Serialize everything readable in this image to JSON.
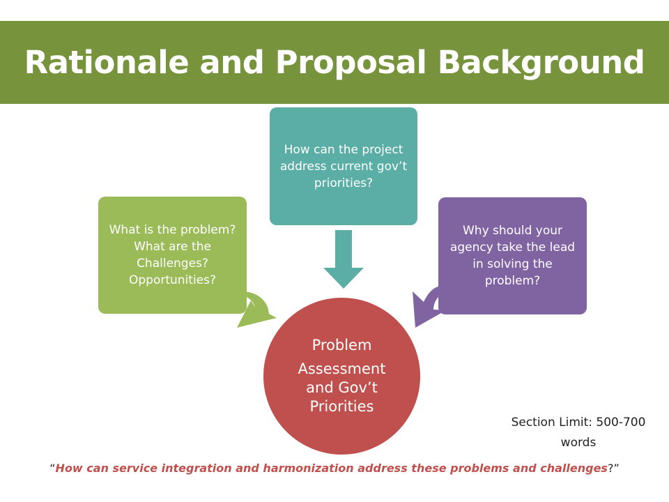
{
  "slide": {
    "title": "Rationale and Proposal Background",
    "colors": {
      "banner": "#77933c",
      "left_box": "#9bbb59",
      "top_box": "#5aaea6",
      "right_box": "#8064a2",
      "center_circle": "#c0504d"
    }
  },
  "diagram": {
    "center": {
      "line1": "Problem",
      "line2": "Assessment and Gov’t Priorities"
    },
    "left_box": "What is the problem? What are the Challenges? Opportunities?",
    "top_box": "How can the project address current gov’t priorities?",
    "right_box": "Why should your agency take the lead in solving the problem?"
  },
  "section_limit": "Section Limit: 500-700 words",
  "quote": {
    "open": "“",
    "body": "How can service integration and harmonization address these problems and challenges",
    "close": "?”"
  }
}
